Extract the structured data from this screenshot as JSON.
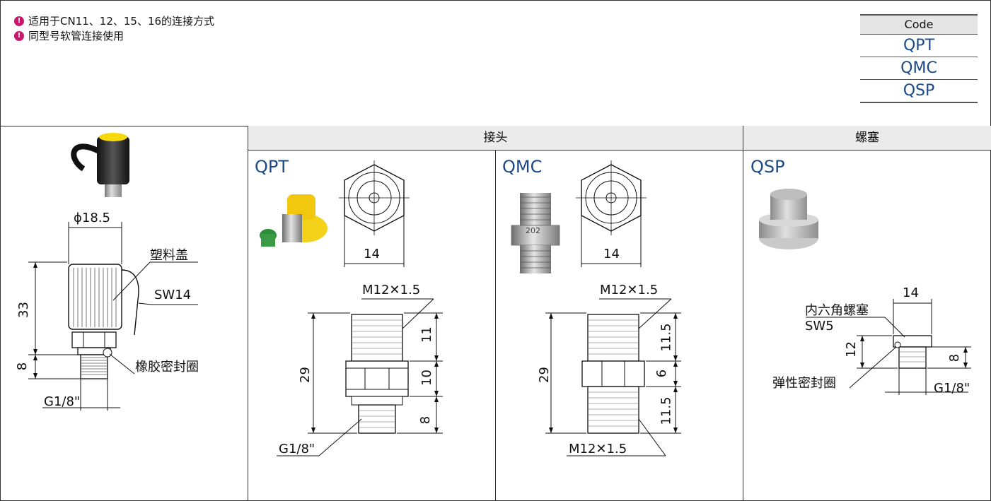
{
  "notes": [
    "适用于CN11、12、15、16的连接方式",
    "同型号软管连接使用"
  ],
  "code_table": {
    "header": "Code",
    "rows": [
      "QPT",
      "QMC",
      "QSP"
    ]
  },
  "columns": {
    "joint": "接头",
    "plug": "螺塞"
  },
  "cap": {
    "dia": "ϕ18.5",
    "cap_label": "塑料盖",
    "sw": "SW14",
    "seal": "橡胶密封圈",
    "height": "33",
    "thread_len": "8",
    "thread": "G1/8\""
  },
  "qpt": {
    "code": "QPT",
    "hex": "14",
    "thread_top": "M12✕1.5",
    "total": "29",
    "d1": "11",
    "d2": "10",
    "d3": "8",
    "thread_bottom": "G1/8\""
  },
  "qmc": {
    "code": "QMC",
    "hex": "14",
    "thread_top": "M12✕1.5",
    "total": "29",
    "d1": "11.5",
    "d2": "6",
    "d3": "11.5",
    "thread_bottom": "M12✕1.5",
    "stamp": "202"
  },
  "qsp": {
    "code": "QSP",
    "hex": "14",
    "plug_label": "内六角螺塞",
    "sw": "SW5",
    "seal": "弹性密封圈",
    "h1": "12",
    "h2": "8",
    "thread": "G1/8\""
  },
  "colors": {
    "accent": "#1a4a88",
    "bullet": "#c8186e",
    "header_bg": "#ebebeb"
  }
}
